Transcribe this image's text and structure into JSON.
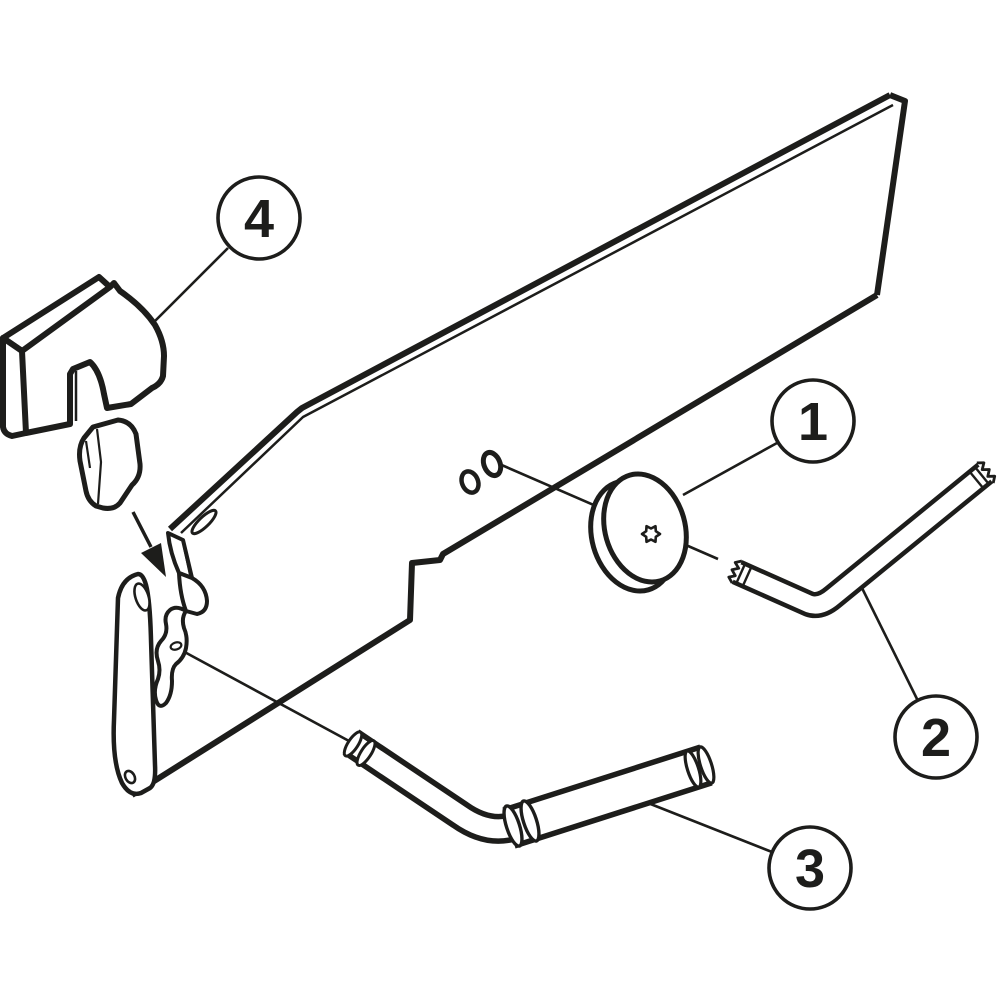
{
  "colors": {
    "ink": "#1d1d1b",
    "paper": "#ffffff"
  },
  "callouts": {
    "c1": {
      "label": "1"
    },
    "c2": {
      "label": "2"
    },
    "c3": {
      "label": "3"
    },
    "c4": {
      "label": "4"
    }
  },
  "parts": {
    "p1": "scale-disc-with-torx-screw",
    "p2": "torx-l-key",
    "p3": "bent-pin-wrench",
    "p4": "clamp-with-shim"
  }
}
